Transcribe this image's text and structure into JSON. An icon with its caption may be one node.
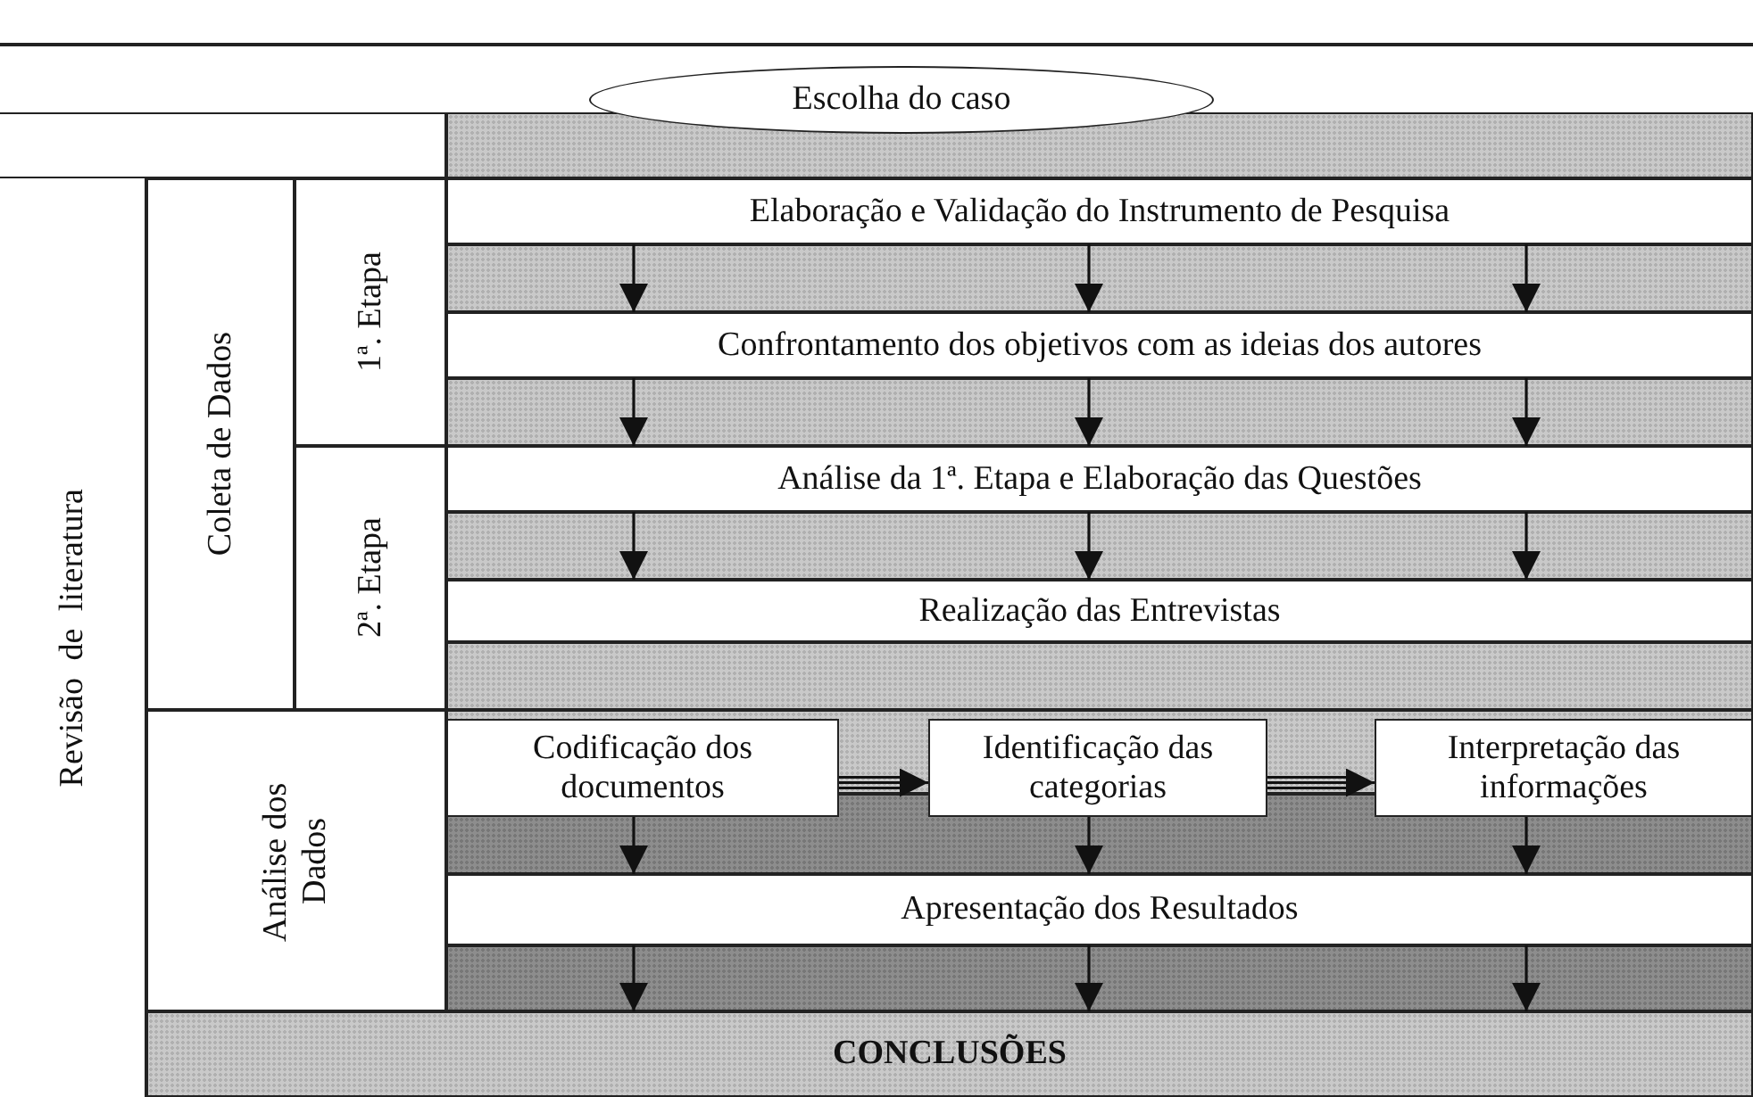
{
  "diagram": {
    "nodes": [
      {
        "text": [
          "Escolha do caso"
        ]
      },
      {
        "text": [
          "Revisão de literatura"
        ]
      },
      {
        "text": [
          "Coleta de Dados"
        ]
      },
      {
        "text": [
          "1ª. Etapa"
        ]
      },
      {
        "text": [
          "2ª. Etapa"
        ]
      },
      {
        "text": [
          "Análise dos Dados"
        ]
      },
      {
        "text": [
          "Elaboração e Validação do Instrumento de Pesquisa"
        ]
      },
      {
        "text": [
          "Confrontamento dos objetivos com as ideias dos autores"
        ]
      },
      {
        "text": [
          "Análise da 1ª. Etapa e Elaboração das Questões"
        ]
      },
      {
        "text": [
          "Realização das Entrevistas"
        ]
      },
      {
        "text": [
          "Codificação dos documentos"
        ]
      },
      {
        "text": [
          "Identificação das categorias"
        ]
      },
      {
        "text": [
          "Interpretação das informações"
        ]
      },
      {
        "text": [
          "Apresentação dos Resultados"
        ]
      },
      {
        "text": [
          "CONCLUSÕES"
        ]
      }
    ],
    "edges": [
      {
        "from": 6,
        "to": 7,
        "arrow": "to"
      },
      {
        "from": 6,
        "to": 7,
        "arrow": "to"
      },
      {
        "from": 6,
        "to": 7,
        "arrow": "to"
      },
      {
        "from": 7,
        "to": 8,
        "arrow": "to"
      },
      {
        "from": 7,
        "to": 8,
        "arrow": "to"
      },
      {
        "from": 7,
        "to": 8,
        "arrow": "to"
      },
      {
        "from": 8,
        "to": 9,
        "arrow": "to"
      },
      {
        "from": 8,
        "to": 9,
        "arrow": "to"
      },
      {
        "from": 8,
        "to": 9,
        "arrow": "to"
      },
      {
        "from": 10,
        "to": 11,
        "arrow": "to"
      },
      {
        "from": 11,
        "to": 12,
        "arrow": "to"
      },
      {
        "from": 10,
        "to": 13,
        "arrow": "to"
      },
      {
        "from": 11,
        "to": 13,
        "arrow": "to"
      },
      {
        "from": 12,
        "to": 13,
        "arrow": "to"
      },
      {
        "from": 13,
        "to": 14,
        "arrow": "to"
      },
      {
        "from": 13,
        "to": 14,
        "arrow": "to"
      },
      {
        "from": 13,
        "to": 14,
        "arrow": "to"
      }
    ]
  }
}
